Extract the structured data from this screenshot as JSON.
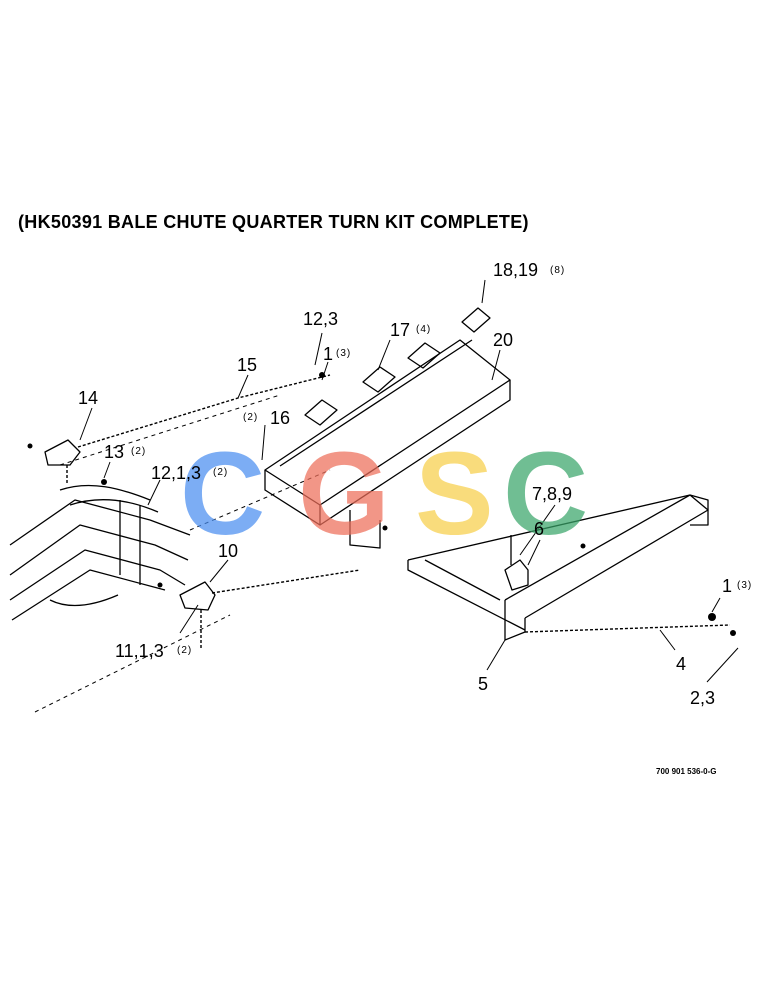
{
  "title": "(HK50391 BALE CHUTE QUARTER TURN KIT COMPLETE)",
  "callouts": {
    "c18_19": "18,19",
    "q18_19": "(8)",
    "c12_3_top": "12,3",
    "c17": "17",
    "q17": "(4)",
    "c20": "20",
    "c1_top": "1",
    "q1_top": "(3)",
    "c15": "15",
    "c14": "14",
    "q16": "(2)",
    "c16": "16",
    "c13": "13",
    "q13": "(2)",
    "c12_1_3": "12,1,3",
    "q12_1_3": "(2)",
    "c7_8_9": "7,8,9",
    "c6": "6",
    "c10": "10",
    "c1_right": "1",
    "q1_right": "(3)",
    "c11_1_3": "11,1,3",
    "q11_1_3": "(2)",
    "c4": "4",
    "c5": "5",
    "c2_3": "2,3"
  },
  "drawing_number": "700 901 536-0-G",
  "watermark": {
    "letters": [
      "C",
      "G",
      "S",
      "C"
    ],
    "colors": [
      "#4a8ef0",
      "#ee6e5a",
      "#f7cf4a",
      "#3aa66a"
    ]
  }
}
